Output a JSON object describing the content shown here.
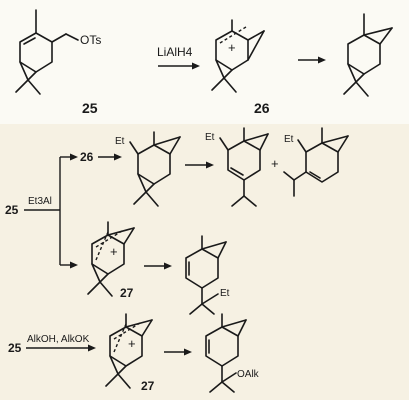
{
  "top": {
    "compound_25_label": "25",
    "leaving_group": "OTs",
    "reagent": "LiAlH4",
    "cation_26_label": "26",
    "cation_charge": "+"
  },
  "middle": {
    "start_label": "25",
    "reagent": "Et3Al",
    "branch_intermediate_label": "26",
    "substituent_et_1": "Et",
    "substituent_et_2": "Et",
    "substituent_et_3": "Et",
    "plus_sign": "+",
    "cation_27_label": "27",
    "cation_charge": "+",
    "product_et": "Et"
  },
  "bottom": {
    "start_label": "25",
    "reagent": "AlkOH, AlkOK",
    "cation_27_label": "27",
    "cation_charge": "+",
    "product_group": "OAlk"
  }
}
